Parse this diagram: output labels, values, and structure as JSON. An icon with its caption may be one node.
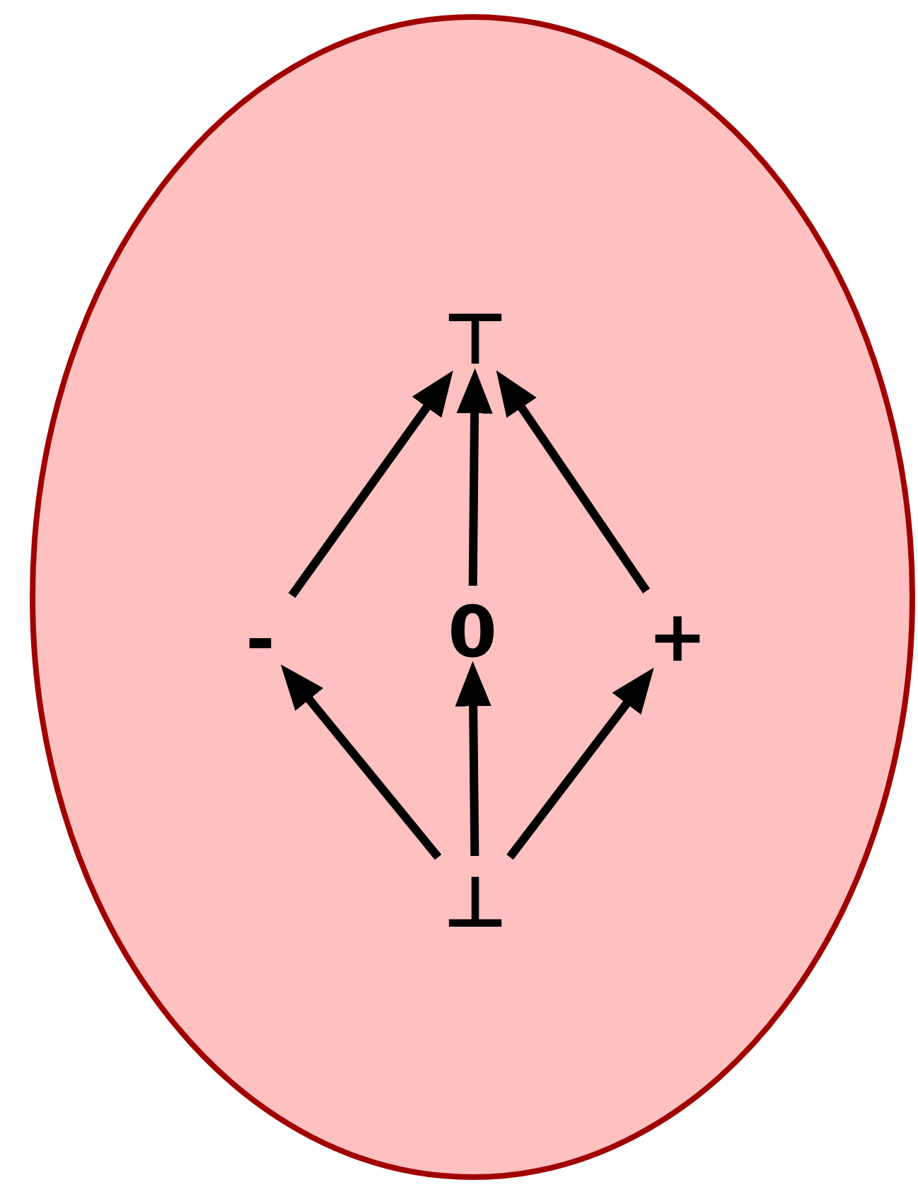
{
  "diagram": {
    "nodes": [
      {
        "text": [],
        "shape": "ellipse"
      },
      {
        "text": [
          "⊤"
        ],
        "in": 0
      },
      {
        "text": [
          "-"
        ],
        "in": 0
      },
      {
        "text": [
          "0"
        ],
        "in": 0
      },
      {
        "text": [
          "+"
        ],
        "in": 0
      },
      {
        "text": [
          "⊥"
        ],
        "in": 0
      }
    ],
    "edges": [
      {
        "from": 2,
        "to": 1,
        "arrow": "to"
      },
      {
        "from": 3,
        "to": 1,
        "arrow": "to"
      },
      {
        "from": 4,
        "to": 1,
        "arrow": "to"
      },
      {
        "from": 5,
        "to": 2,
        "arrow": "to"
      },
      {
        "from": 5,
        "to": 3,
        "arrow": "to"
      },
      {
        "from": 5,
        "to": 4,
        "arrow": "to"
      }
    ]
  }
}
